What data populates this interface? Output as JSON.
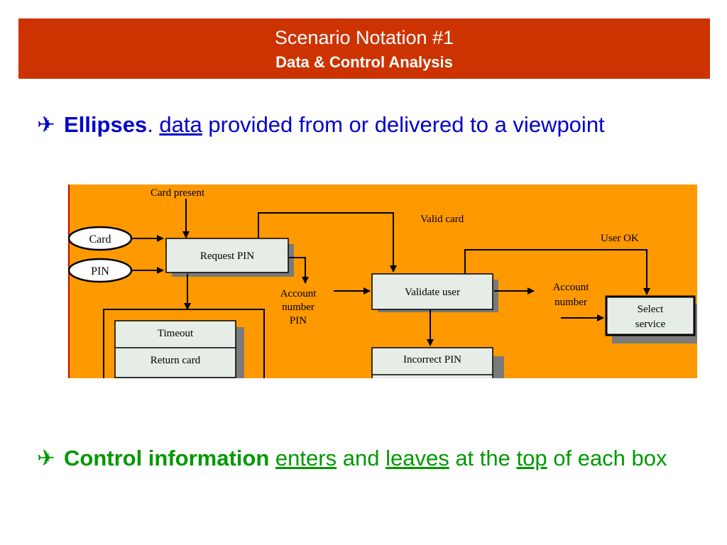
{
  "header": {
    "title": "Scenario Notation #1",
    "subtitle": "Data & Control Analysis",
    "background_color": "#cc3300"
  },
  "bullets": [
    {
      "icon": "airplane-icon",
      "glyph": "✈",
      "bold": "Ellipses",
      "after_bold": ". ",
      "underlined": "data",
      "rest": " provided from or delivered to a viewpoint",
      "color": "#0000cc"
    },
    {
      "icon": "airplane-icon",
      "glyph": "✈",
      "bold": "Control information",
      "word_enters": "enters",
      "word_and": "and",
      "word_leaves": "leaves",
      "word_at_the": "at the",
      "word_top": "top",
      "word_end": "of each box",
      "color": "#009900"
    }
  ],
  "diagram": {
    "background_color": "#ff9900",
    "labels": {
      "card_present": "Card present",
      "valid_card": "Valid card",
      "user_ok": "User OK",
      "account_number_pin": [
        "Account",
        "number",
        "PIN"
      ],
      "account_number": [
        "Account",
        "number"
      ]
    },
    "ellipses": {
      "card": "Card",
      "pin": "PIN"
    },
    "boxes": {
      "request_pin": "Request PIN",
      "validate_user": "Validate user",
      "select_service": [
        "Select",
        "service"
      ],
      "timeout": "Timeout",
      "return_card": "Return card",
      "incorrect_pin": "Incorrect PIN"
    }
  }
}
